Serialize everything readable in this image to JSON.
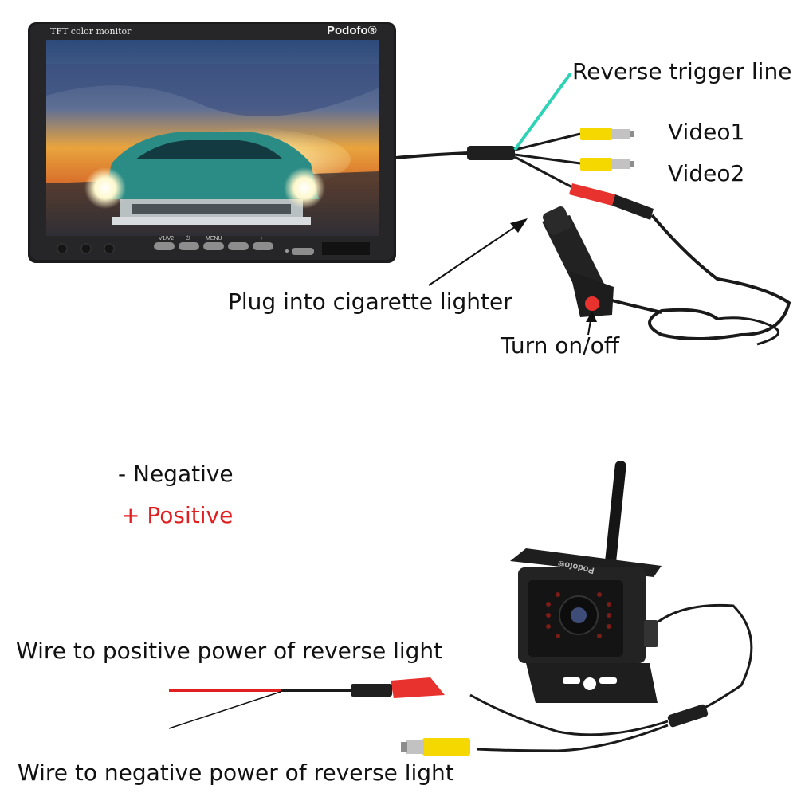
{
  "monitor": {
    "title": "TFT color monitor",
    "brand": "Podofo®",
    "buttons": [
      "V1/V2",
      "⏻",
      "MENU",
      "−",
      "+"
    ]
  },
  "camera": {
    "brand": "Podofo®"
  },
  "labels": {
    "reverse_trigger": "Reverse trigger line",
    "video1": "Video1",
    "video2": "Video2",
    "plug_lighter": "Plug into cigarette lighter",
    "turn_onoff": "Turn on/off",
    "negative": "- Negative",
    "positive": "+ Positive",
    "wire_positive": "Wire to positive power of reverse light",
    "wire_negative": "Wire to negative power of reverse light"
  },
  "colors": {
    "positive": "#e02020",
    "trigger_line": "#2ed3b6",
    "rca_yellow": "#f5d800",
    "plug_red": "#e8322d",
    "wire_black": "#1a1a1a"
  }
}
